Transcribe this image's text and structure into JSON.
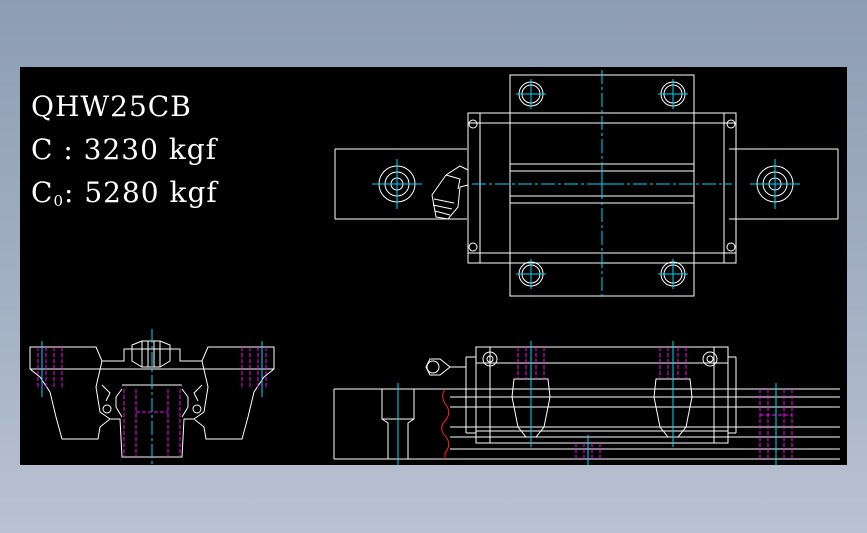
{
  "model": "QHW25CB",
  "dynamic_load": {
    "symbol": "C",
    "separator": " : ",
    "value": "3230",
    "unit": "kgf"
  },
  "static_load": {
    "symbol": "C",
    "subscript": "0",
    "separator": ": ",
    "value": "5280",
    "unit": "kgf"
  },
  "colors": {
    "background": "#8d9db4",
    "drawing_area": "#000000",
    "outline": "#ffffff",
    "centerline": "#00d7ff",
    "hidden": "#ff00ff",
    "break_line": "#ff0000"
  }
}
